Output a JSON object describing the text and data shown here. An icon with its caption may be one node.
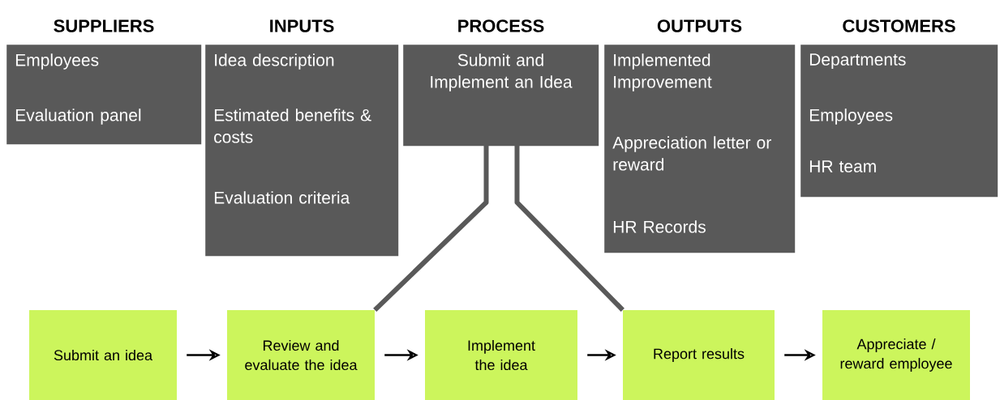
{
  "diagram": {
    "nodes": [
      {
        "text": [
          "SUPPLIERS",
          "Employees",
          "Evaluation panel"
        ]
      },
      {
        "text": [
          "INPUTS",
          "Idea description",
          "Estimated benefits & costs",
          "Evaluation criteria"
        ]
      },
      {
        "text": [
          "PROCESS",
          "Submit and Implement an Idea"
        ]
      },
      {
        "text": [
          "OUTPUTS",
          "Implemented Improvement",
          "Appreciation letter or reward",
          "HR Records"
        ]
      },
      {
        "text": [
          "CUSTOMERS",
          "Departments",
          "Employees",
          "HR team"
        ]
      },
      {
        "text": [
          "Submit an idea"
        ]
      },
      {
        "text": [
          "Review and evaluate the idea"
        ]
      },
      {
        "text": [
          "Implement the idea"
        ]
      },
      {
        "text": [
          "Report results"
        ]
      },
      {
        "text": [
          "Appreciate / reward employee"
        ]
      }
    ],
    "edges": [
      {
        "from": 2,
        "to": 6,
        "arrow": "none",
        "style": "thick"
      },
      {
        "from": 2,
        "to": 8,
        "arrow": "none",
        "style": "thick"
      },
      {
        "from": 5,
        "to": 6,
        "arrow": "to"
      },
      {
        "from": 6,
        "to": 7,
        "arrow": "to"
      },
      {
        "from": 7,
        "to": 8,
        "arrow": "to"
      },
      {
        "from": 8,
        "to": 9,
        "arrow": "to"
      }
    ]
  }
}
